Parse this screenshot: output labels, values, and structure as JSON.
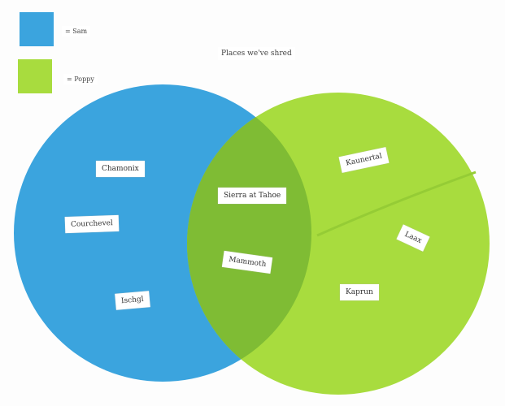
{
  "title": "Places we've shred",
  "legend": [
    {
      "label": "= Sam",
      "color": "#3ba4de"
    },
    {
      "label": "= Poppy",
      "color": "#a8dc3e"
    }
  ],
  "overlap_color": "#7fbc34",
  "sets": {
    "sam_only": [
      "Chamonix",
      "Courchevel",
      "Ischgl"
    ],
    "both": [
      "Sierra at Tahoe",
      "Mammoth"
    ],
    "poppy_only": [
      "Kaunertal",
      "Laax",
      "Kaprun"
    ]
  }
}
